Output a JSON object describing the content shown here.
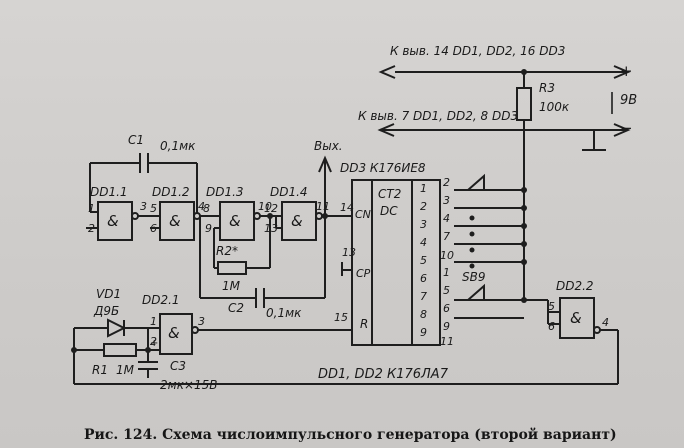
{
  "supply": {
    "line_plus": "К выв. 14 DD1, DD2, 16 DD3",
    "line_minus": "К выв. 7 DD1, DD2, 8 DD3",
    "plus": "+",
    "minus": "−",
    "voltage": "9В",
    "r3_name": "R3",
    "r3_value": "100к"
  },
  "c1": {
    "name": "C1",
    "value": "0,1мк"
  },
  "c2": {
    "name": "C2",
    "value": "0,1мк"
  },
  "c3": {
    "name": "C3",
    "value": "2мк×15В"
  },
  "r1": {
    "name": "R1",
    "value": "1М"
  },
  "r2": {
    "name": "R2*",
    "value": "1М"
  },
  "vd1": {
    "name": "VD1",
    "type": "Д9Б"
  },
  "output_label": "Вых.",
  "gates": {
    "dd1_1": {
      "name": "DD1.1",
      "sym": "&",
      "pins": [
        "1",
        "2",
        "3"
      ]
    },
    "dd1_2": {
      "name": "DD1.2",
      "sym": "&",
      "pins": [
        "5",
        "6",
        "4"
      ]
    },
    "dd1_3": {
      "name": "DD1.3",
      "sym": "&",
      "pins": [
        "8",
        "9",
        "10"
      ]
    },
    "dd1_4": {
      "name": "DD1.4",
      "sym": "&",
      "pins": [
        "12",
        "13",
        "11"
      ]
    },
    "dd2_1": {
      "name": "DD2.1",
      "sym": "&",
      "pins": [
        "1",
        "2",
        "3"
      ]
    },
    "dd2_2": {
      "name": "DD2.2",
      "sym": "&",
      "pins": [
        "5",
        "6",
        "4"
      ]
    }
  },
  "counter": {
    "name": "DD3 К176ИЕ8",
    "ct": "CT2",
    "dc": "DC",
    "in_ch": "CN",
    "in_cp": "CP",
    "in_r": "R",
    "pin_ch": "14",
    "pin_cp": "13",
    "pin_r": "15",
    "left_outputs": [
      "1",
      "2",
      "3",
      "4",
      "5",
      "6",
      "7",
      "8",
      "9"
    ],
    "right_pins": [
      "2",
      "3",
      "4",
      "7",
      "10",
      "1",
      "5",
      "6",
      "9",
      "11"
    ]
  },
  "switch": {
    "name": "SB9",
    "dots": "•\n•\n•\n•"
  },
  "ic_note": "DD1, DD2  К176ЛА7",
  "caption": "Рис. 124. Схема числоимпульсного генератора (второй вариант)"
}
